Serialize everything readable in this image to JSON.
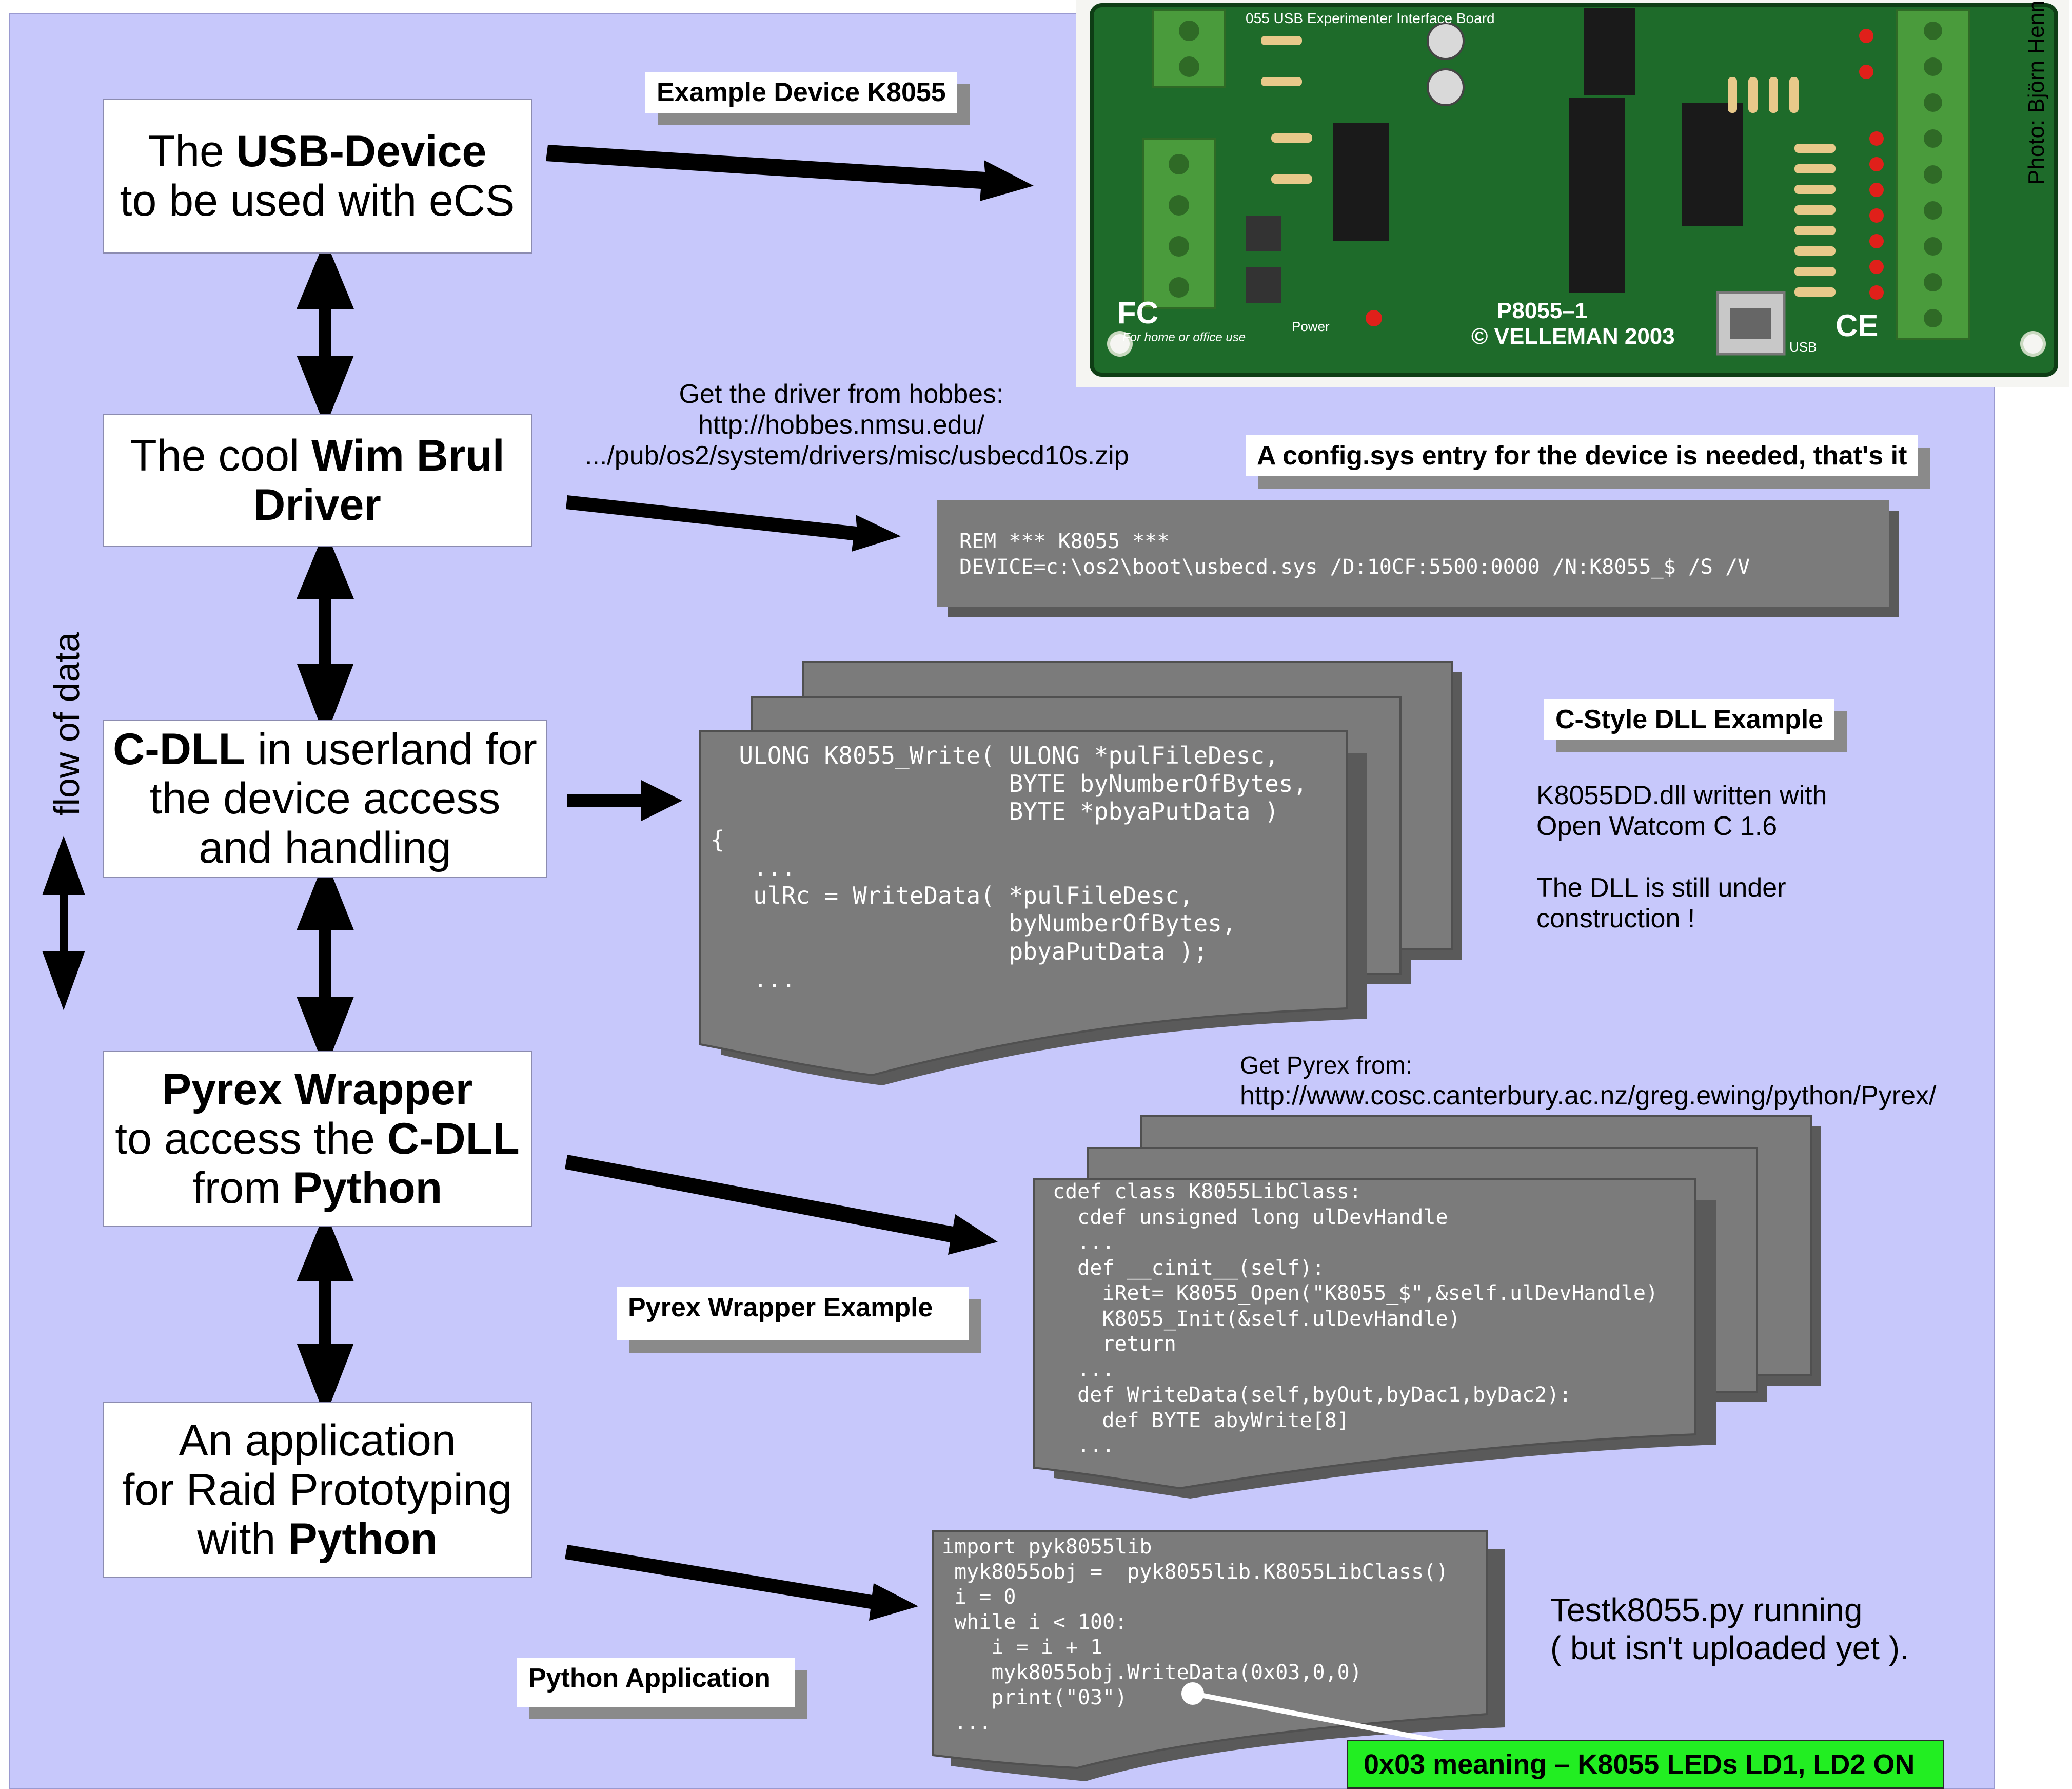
{
  "photo_credit": "Photo: Björn Henni",
  "flow_label": "flow of data",
  "boxes": {
    "usb": [
      "The ",
      "USB-Device",
      "to be used with eCS"
    ],
    "driver": [
      "The cool ",
      "Wim Brul",
      "Driver"
    ],
    "cdll": [
      "C-DLL",
      " in userland for",
      "the device access",
      "and handling"
    ],
    "pyrex": [
      "Pyrex Wrapper",
      "to access the ",
      "C-DLL",
      "from ",
      "Python"
    ],
    "app": [
      "An application",
      "for Raid Prototyping",
      "with ",
      "Python"
    ]
  },
  "labels": {
    "example_device": "Example Device K8055",
    "config": "A config.sys entry for the device is needed, that's it",
    "cstyle": "C-Style DLL Example",
    "pyrex_example": "Pyrex Wrapper Example",
    "python_app": "Python Application"
  },
  "driver_note": [
    "Get  the driver  from  hobbes:",
    "http://hobbes.nmsu.edu/",
    ".../pub/os2/system/drivers/misc/usbecd10s.zip"
  ],
  "config_code": "REM *** K8055 ***\nDEVICE=c:\\os2\\boot\\usbecd.sys /D:10CF:5500:0000 /N:K8055_$ /S /V",
  "cdll_code": "  ULONG K8055_Write( ULONG *pulFileDesc,\n                     BYTE byNumberOfBytes,\n                     BYTE *pbyaPutData )\n{\n   ...\n   ulRc = WriteData( *pulFileDesc,\n                     byNumberOfBytes,\n                     pbyaPutData );\n   ...",
  "dll_note": [
    "K8055DD.dll  written with",
    "Open Watcom C 1.6",
    "",
    "The DLL is still under",
    "construction !"
  ],
  "pyrex_note": [
    "Get Pyrex from:",
    "http://www.cosc.canterbury.ac.nz/greg.ewing/python/Pyrex/"
  ],
  "pyrex_code": "cdef class K8055LibClass:\n  cdef unsigned long ulDevHandle\n  ...\n  def __cinit__(self):\n    iRet= K8055_Open(\"K8055_$\",&self.ulDevHandle)\n    K8055_Init(&self.ulDevHandle)\n    return\n  ...\n  def WriteData(self,byOut,byDac1,byDac2):\n    def BYTE abyWrite[8]\n  ...",
  "python_code": "import pyk8055lib\n myk8055obj =  pyk8055lib.K8055LibClass()\n i = 0\n while i < 100:\n    i = i + 1\n    myk8055obj.WriteData(0x03,0,0)\n    print(\"03\")\n ...",
  "python_note": [
    "Testk8055.py  running",
    "( but  isn't  uploaded  yet )."
  ],
  "green_note": "0x03 meaning – K8055 LEDs  LD1, LD2   ON",
  "board": {
    "silk_top": "055 USB Experimenter Interface Board",
    "model": "P8055–1",
    "maker": "© VELLEMAN 2003",
    "home": "For home or office use",
    "power": "Power",
    "usb": "USB",
    "fc": "FC",
    "ce": "CE"
  }
}
